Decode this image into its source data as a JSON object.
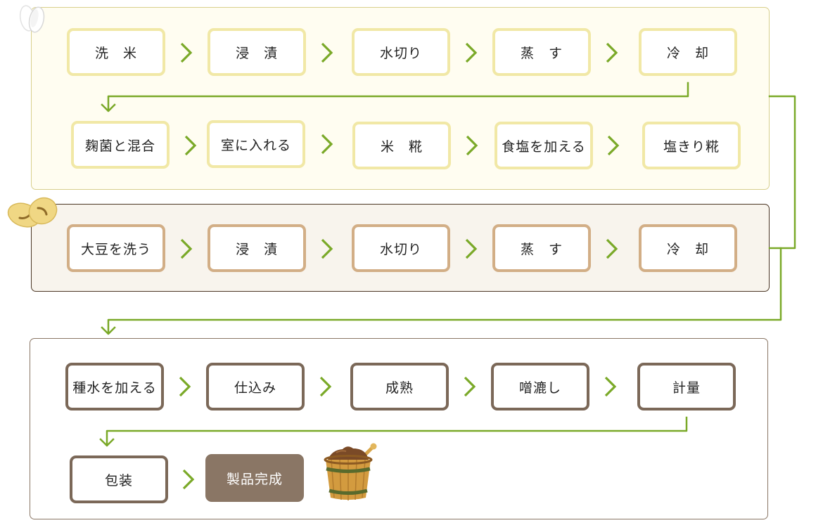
{
  "colors": {
    "connector": "#7aa928",
    "rice_border": "#f1e8a6",
    "soy_border": "#d2ae86",
    "miso_border": "#7b6858",
    "final_fill": "#8a7665"
  },
  "rice": {
    "row1": [
      "洗　米",
      "浸　漬",
      "水切り",
      "蒸　す",
      "冷　却"
    ],
    "row2": [
      "麹菌と混合",
      "室に入れる",
      "米　糀",
      "食塩を加える",
      "塩きり糀"
    ]
  },
  "soybean": {
    "row1": [
      "大豆を洗う",
      "浸　漬",
      "水切り",
      "蒸　す",
      "冷　却"
    ]
  },
  "miso": {
    "row1": [
      "種水を加える",
      "仕込み",
      "成熟",
      "噌漉し",
      "計量"
    ],
    "row2": [
      "包装",
      "製品完成"
    ]
  },
  "icons": {
    "rice": "rice-grain-icon",
    "soybean": "soybean-icon",
    "barrel": "miso-barrel-icon"
  }
}
